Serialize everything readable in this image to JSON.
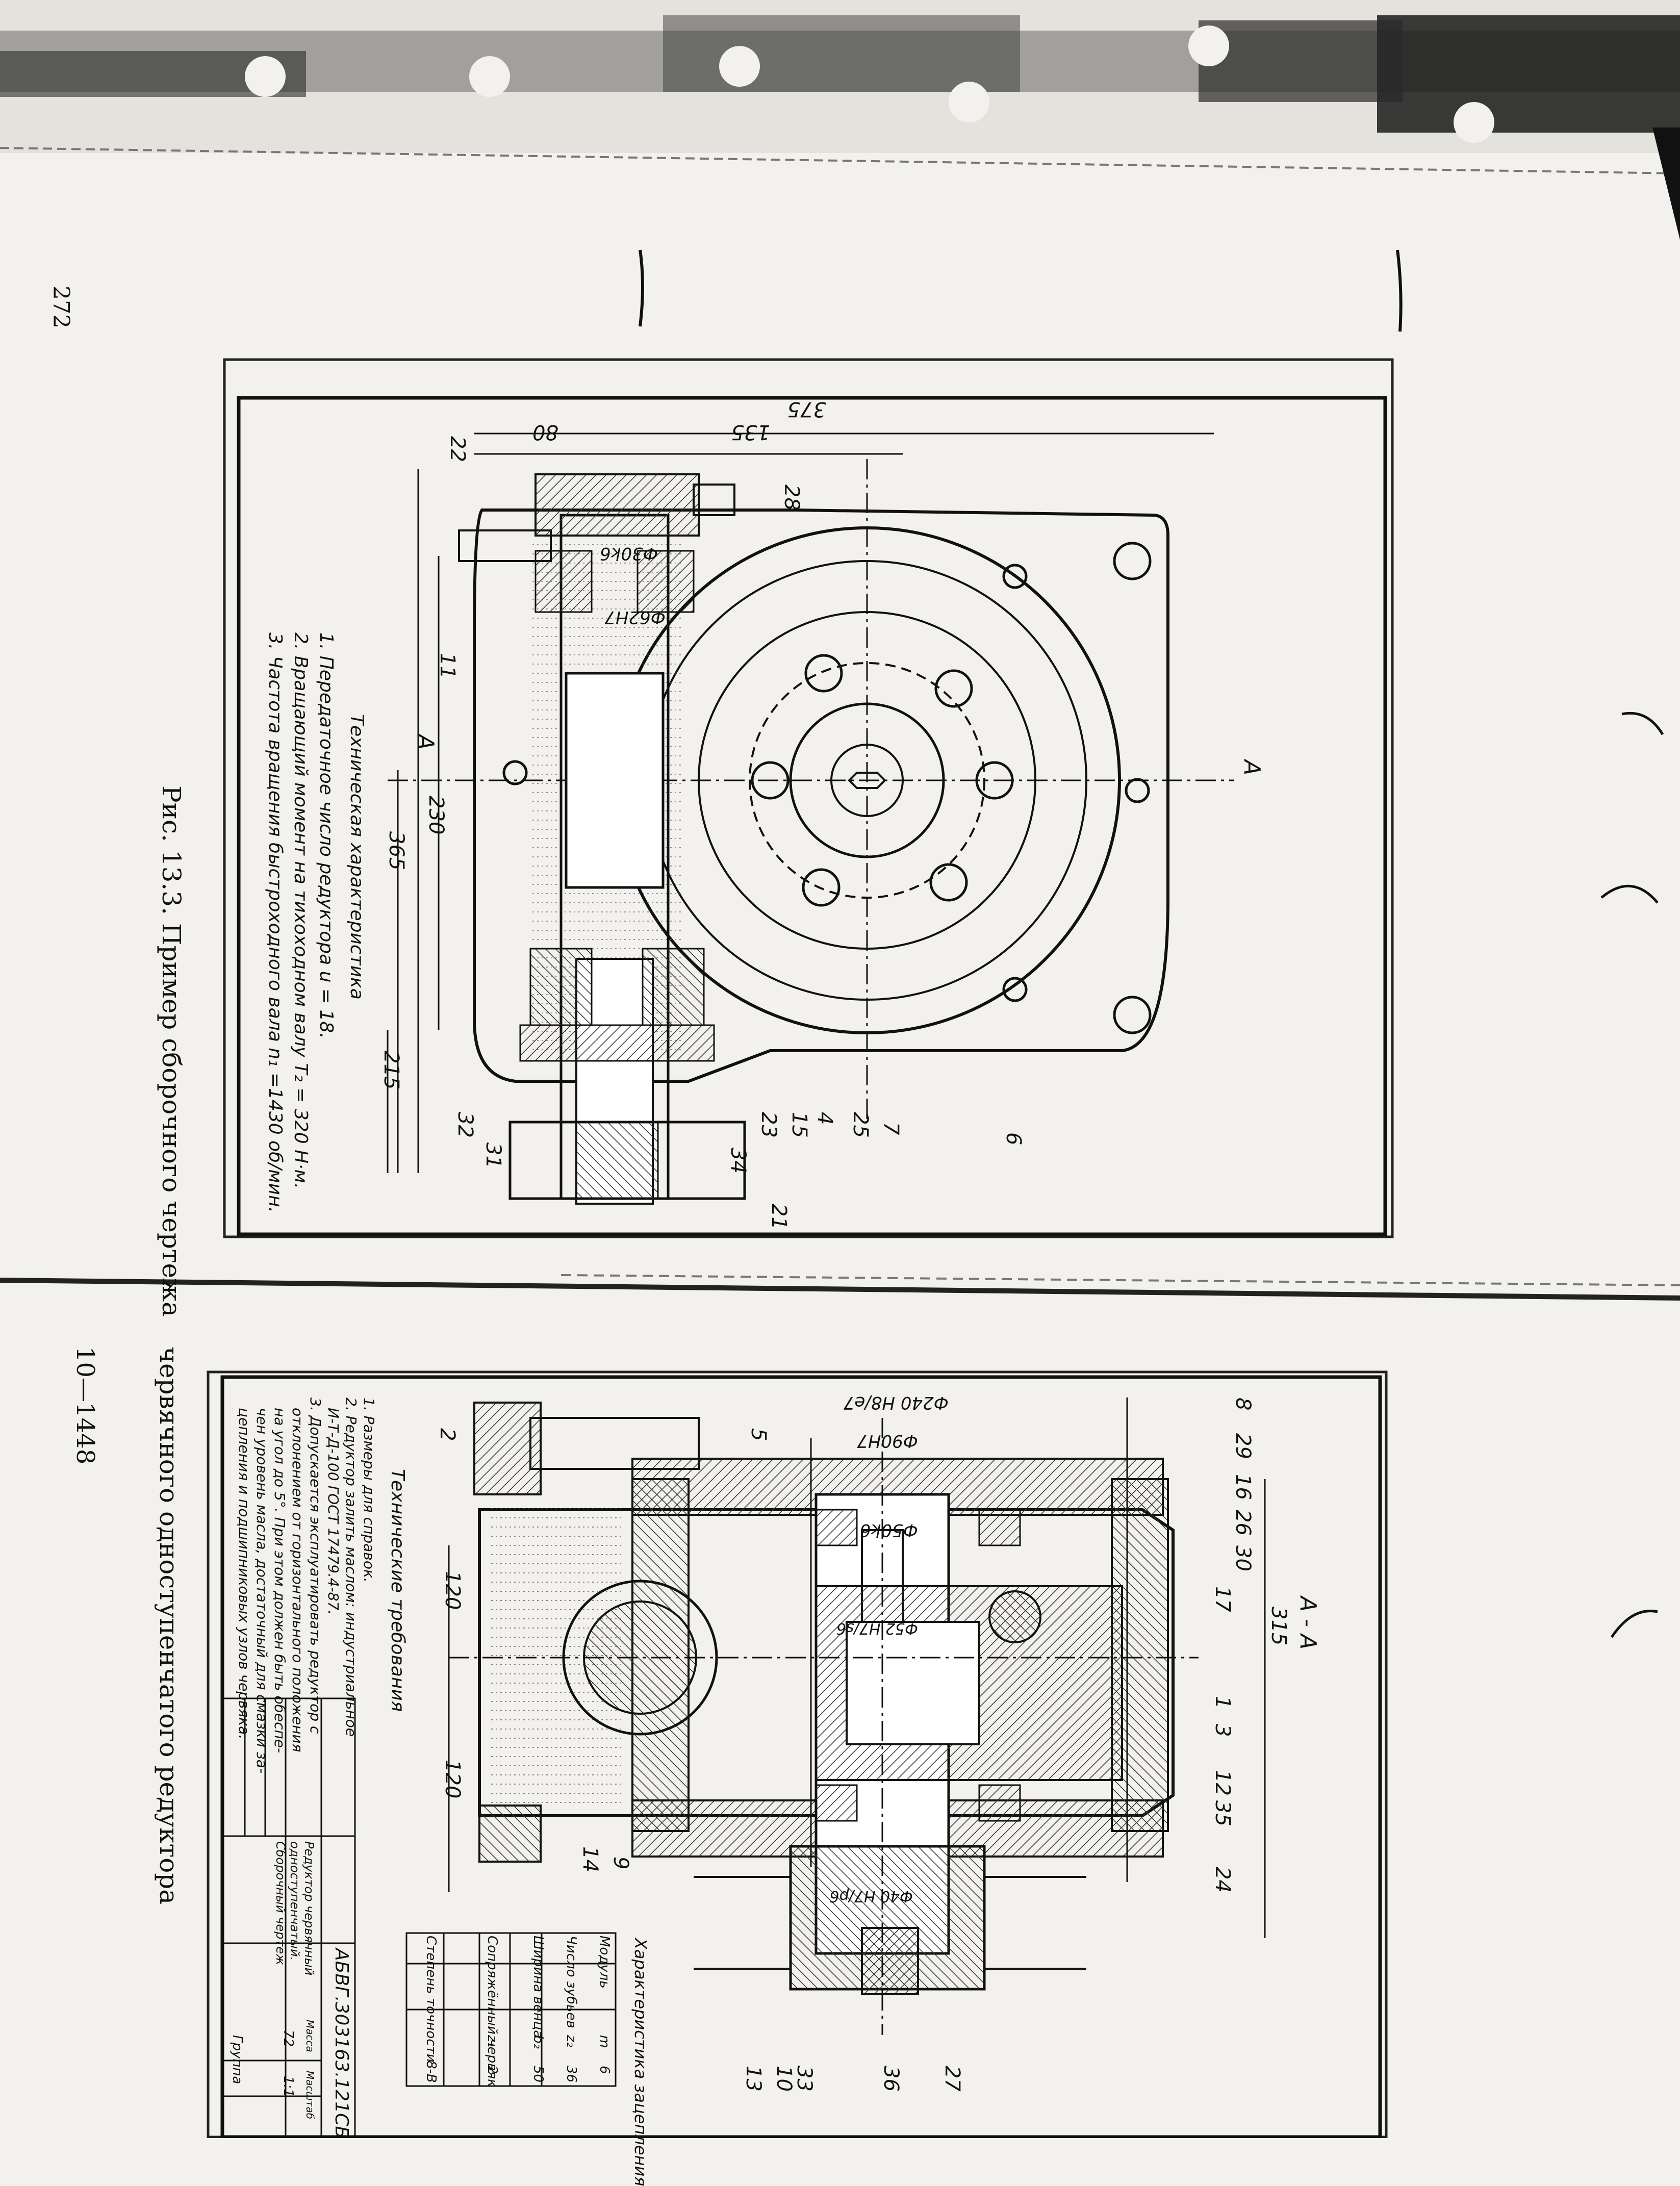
{
  "page": {
    "number": "272",
    "signature": "10—1448"
  },
  "figure": {
    "caption_part1": "Рис. 13.3. Пример сборочного чертежа",
    "caption_part2": "червячного одноступенчатого редуктора"
  },
  "view_top": {
    "dimensions": {
      "d375": "375",
      "d80": "80",
      "d135": "135",
      "d365": "365",
      "d230": "230",
      "d215": "215",
      "fit_30": "Ф30k6",
      "fit_62": "Ф62H7"
    },
    "section_mark": "A",
    "leaders": [
      "22",
      "28",
      "11",
      "6",
      "7",
      "25",
      "4",
      "15",
      "23",
      "34",
      "21",
      "31",
      "32"
    ],
    "tech_char": {
      "title": "Техническая характеристика",
      "lines": [
        "1. Передаточное число редуктора  u = 18.",
        "2. Вращающий момент на тихоходном валу  T₂ = 320 Н·м.",
        "3. Частота вращения быстроходного вала  n₁ =1430 об/мин."
      ]
    }
  },
  "view_section": {
    "title": "A - A",
    "dimensions": {
      "d315": "315",
      "d120a": "120",
      "d120b": "120",
      "fit_240": "Ф240 H8/e7",
      "fit_90": "Ф90H7",
      "fit_50": "Ф50k6",
      "fit_52": "Ф52 H7/s6",
      "fit_40": "Ф40 H7/p6"
    },
    "leaders": [
      "8",
      "29",
      "16",
      "26",
      "30",
      "17",
      "1",
      "3",
      "12",
      "35",
      "24",
      "27",
      "36",
      "33",
      "10",
      "13",
      "2",
      "5",
      "9",
      "14"
    ],
    "tech_req": {
      "title": "Технические требования",
      "lines": [
        "1. Размеры для справок.",
        "2. Редуктор залить маслом: индустриальное",
        "И-Т-Д-100 ГОСТ 17479.4-87.",
        "3. Допускается эксплуатировать редуктор с",
        "отклонением от горизонтального положения",
        "на угол до 5°. При этом должен быть обеспе-",
        "чен уровень масла, достаточный для смазки за-",
        "цепления и подшипниковых узлов червяка."
      ]
    },
    "mesh_char": {
      "title": "Характеристика зацепления",
      "rows": [
        [
          "Модуль",
          "m",
          "6"
        ],
        [
          "Число зубьев",
          "z₂",
          "36"
        ],
        [
          "Ширина венца",
          "b₂",
          "50"
        ],
        [
          "Сопряжённый червяк",
          "z₁",
          "2"
        ],
        [
          "Степень точности",
          "",
          "8-В"
        ]
      ]
    },
    "title_block": {
      "code": "АБВГ.303163.121СБ",
      "name_lines": [
        "Редуктор червячный",
        "одноступенчатый.",
        "Сборочный чертеж"
      ],
      "mass_scale": [
        "Масса",
        "Масштаб"
      ],
      "mass": "72",
      "scale": "1:1",
      "group": "Группа"
    }
  }
}
